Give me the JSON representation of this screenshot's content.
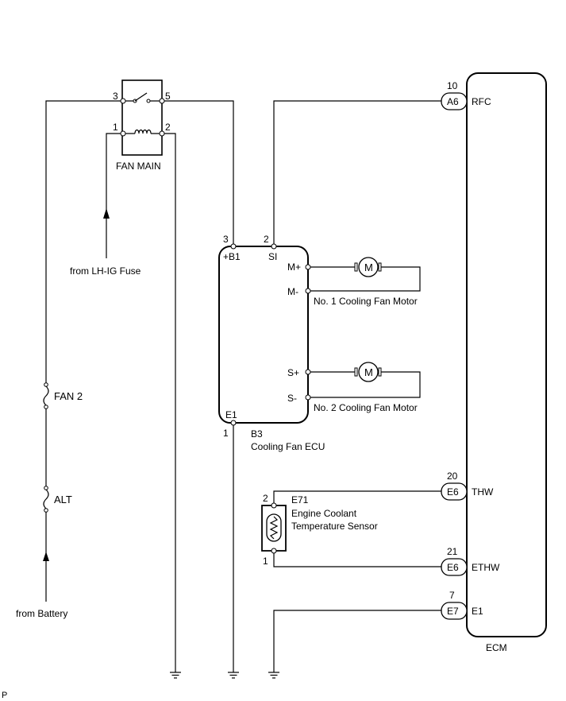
{
  "relay": {
    "name": "FAN MAIN",
    "pin_3": "3",
    "pin_5": "5",
    "pin_1": "1",
    "pin_2": "2"
  },
  "sources": {
    "lh_ig": "from LH-IG Fuse",
    "battery": "from Battery"
  },
  "fuses": {
    "fan2": "FAN 2",
    "alt": "ALT"
  },
  "cooling_ecu": {
    "code": "B3",
    "name": "Cooling Fan ECU",
    "pin_b1_num": "3",
    "pin_b1_label": "+B1",
    "pin_si_num": "2",
    "pin_si_label": "SI",
    "pin_mplus": "M+",
    "pin_mminus": "M-",
    "pin_splus": "S+",
    "pin_sminus": "S-",
    "pin_e1_label": "E1",
    "pin_e1_num": "1"
  },
  "motors": {
    "motor1": "No. 1 Cooling Fan Motor",
    "motor2": "No. 2 Cooling Fan Motor",
    "symbol": "M"
  },
  "sensor": {
    "code": "E71",
    "name_line1": "Engine Coolant",
    "name_line2": "Temperature Sensor",
    "pin_top": "2",
    "pin_bottom": "1"
  },
  "ecm": {
    "name": "ECM",
    "rfc": {
      "pin": "10",
      "connector": "A6",
      "label": "RFC"
    },
    "thw": {
      "pin": "20",
      "connector": "E6",
      "label": "THW"
    },
    "ethw": {
      "pin": "21",
      "connector": "E6",
      "label": "ETHW"
    },
    "e1": {
      "pin": "7",
      "connector": "E7",
      "label": "E1"
    }
  },
  "corner_mark": "P"
}
